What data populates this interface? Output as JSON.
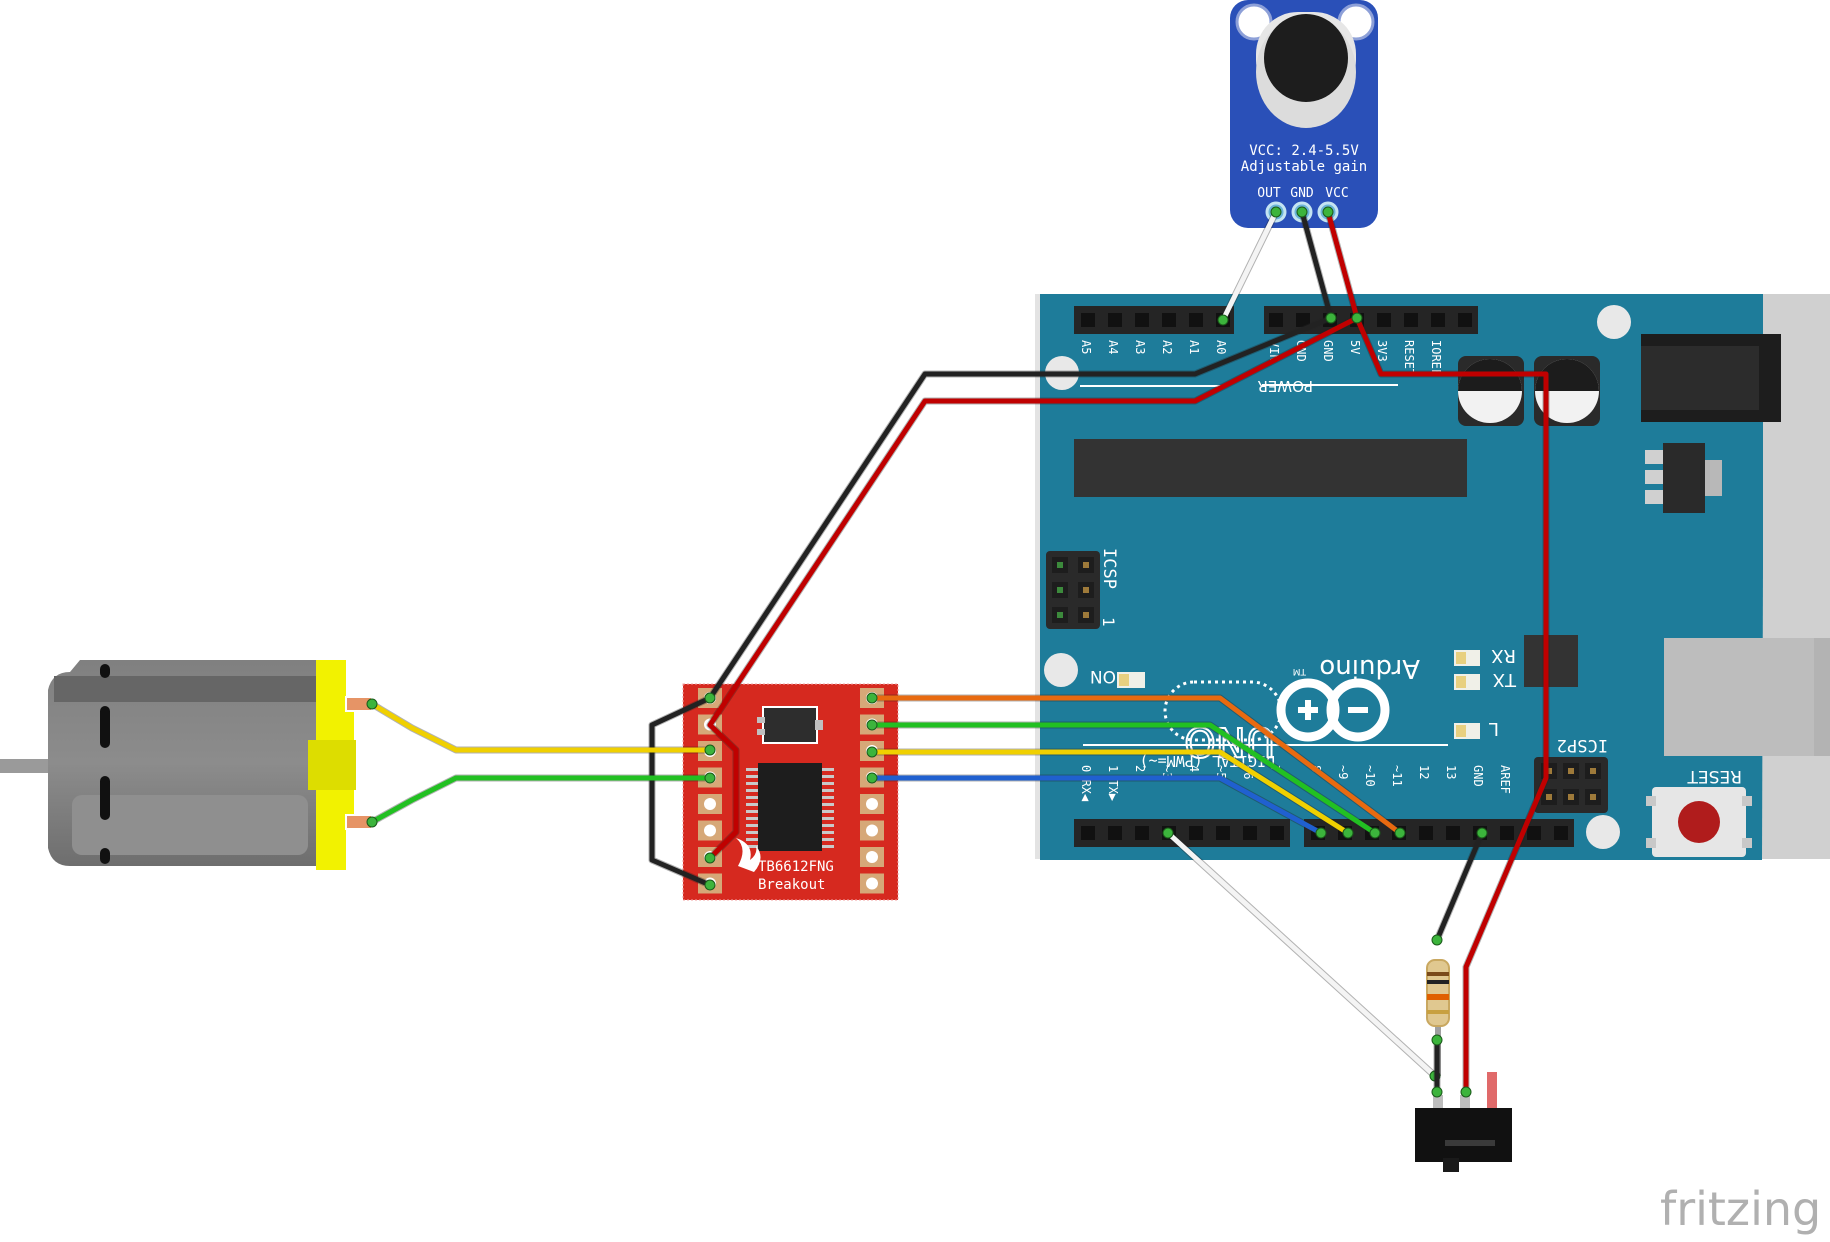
{
  "microphone": {
    "spec_line1": "VCC: 2.4-5.5V",
    "spec_line2": "Adjustable gain",
    "pin_out": "OUT",
    "pin_gnd": "GND",
    "pin_vcc": "VCC"
  },
  "arduino": {
    "brand": "Arduino",
    "model": "UNO",
    "tm": "TM",
    "icsp": "ICSP",
    "icsp_pin1": "1",
    "icsp2": "ICSP2",
    "reset": "RESET",
    "on": "ON",
    "led_rx": "RX",
    "led_tx": "TX",
    "led_l": "L",
    "power": "POWER",
    "digital": "DIGITAL (PWM=~)",
    "analog_pins": [
      "A5",
      "A4",
      "A3",
      "A2",
      "A1",
      "A0"
    ],
    "power_pins": [
      "VIN",
      "GND",
      "GND",
      "5V",
      "3V3",
      "RESET",
      "IOREF"
    ],
    "digital_low": [
      "0 RX◀",
      "1 TX▶",
      "2",
      "~3",
      "4",
      "~5",
      "~6",
      "7"
    ],
    "digital_high": [
      "8",
      "~9",
      "~10",
      "~11",
      "12",
      "13",
      "GND",
      "AREF"
    ]
  },
  "driver": {
    "line1": "TB6612FNG",
    "line2": "Breakout"
  },
  "watermark": "fritzing",
  "colors": {
    "arduino_board": "#1e7c9a",
    "mic_board": "#2a50b8",
    "driver_board": "#d6291f",
    "motor_cap": "#f2f200",
    "wire_red": "#c00000",
    "wire_black": "#222222",
    "wire_yellow": "#f0d000",
    "wire_green": "#22c022",
    "wire_orange": "#e86a10",
    "wire_blue": "#2060d0",
    "wire_white": "#f4f4f4"
  }
}
